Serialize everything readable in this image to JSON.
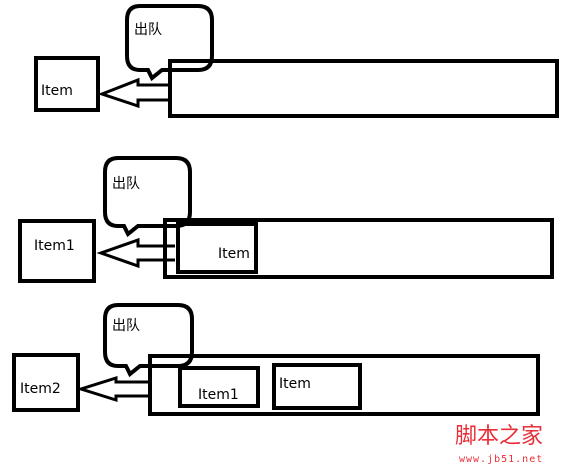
{
  "stages": [
    {
      "bubble_text": "出队",
      "dequeued_label": "Item",
      "queue_items": []
    },
    {
      "bubble_text": "出队",
      "dequeued_label": "Item1",
      "queue_items": [
        {
          "label": "Item"
        }
      ]
    },
    {
      "bubble_text": "出队",
      "dequeued_label": "Item2",
      "queue_items": [
        {
          "label": "Item1"
        },
        {
          "label": "Item"
        }
      ]
    }
  ],
  "watermark": {
    "main": "脚本之家",
    "sub": "www.jb51.net"
  },
  "colors": {
    "stroke": "#000000",
    "watermark": "#e8303a"
  }
}
